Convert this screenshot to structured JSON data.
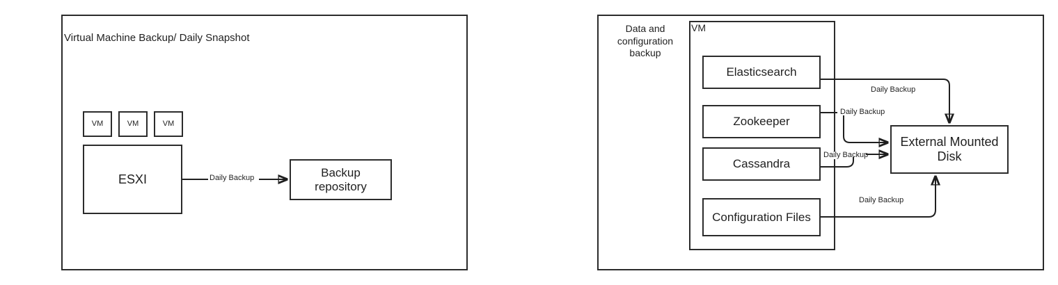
{
  "panels": {
    "left": {
      "title": "Virtual Machine Backup/ Daily Snapshot",
      "nodes": {
        "vm1": "VM",
        "vm2": "VM",
        "vm3": "VM",
        "esxi": "ESXI",
        "backup_repository": "Backup\nrepository"
      },
      "edges": [
        {
          "label": "Daily Backup",
          "from": "ESXI",
          "to": "Backup repository"
        }
      ]
    },
    "right": {
      "group_label": "Data and\nconfiguration\nbackup",
      "vm_container_label": "VM",
      "nodes": {
        "elasticsearch": "Elasticsearch",
        "zookeeper": "Zookeeper",
        "cassandra": "Cassandra",
        "configuration_files": "Configuration Files",
        "external_disk": "External Mounted\nDisk"
      },
      "edges": [
        {
          "label": "Daily Backup",
          "from": "Elasticsearch",
          "to": "External Mounted Disk"
        },
        {
          "label": "Daily Backup",
          "from": "Zookeeper",
          "to": "External Mounted Disk"
        },
        {
          "label": "Daily Backup",
          "from": "Cassandra",
          "to": "External Mounted Disk"
        },
        {
          "label": "Daily Backup",
          "from": "Configuration Files",
          "to": "External Mounted Disk"
        }
      ]
    }
  },
  "colors": {
    "stroke": "#2b2b2b",
    "text": "#1f1f1f",
    "background": "#ffffff"
  }
}
